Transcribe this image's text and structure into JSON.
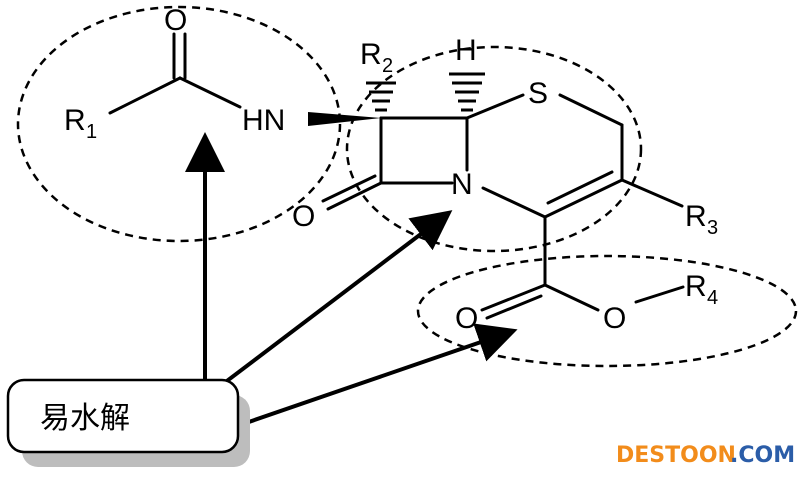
{
  "diagram": {
    "atoms": {
      "o_top": "O",
      "r1": "R",
      "r1_sub": "1",
      "hn": "HN",
      "r2": "R",
      "r2_sub": "2",
      "h": "H",
      "s": "S",
      "n": "N",
      "o_lactam": "O",
      "r3": "R",
      "r3_sub": "3",
      "r4": "R",
      "r4_sub": "4",
      "o_carbonyl": "O",
      "o_ester": "O"
    },
    "label": "易水解"
  },
  "watermark": {
    "brand": "DESTOON",
    "suffix": ".COM",
    "brand_color": "#f28c1b",
    "suffix_color": "#2b5da8"
  }
}
